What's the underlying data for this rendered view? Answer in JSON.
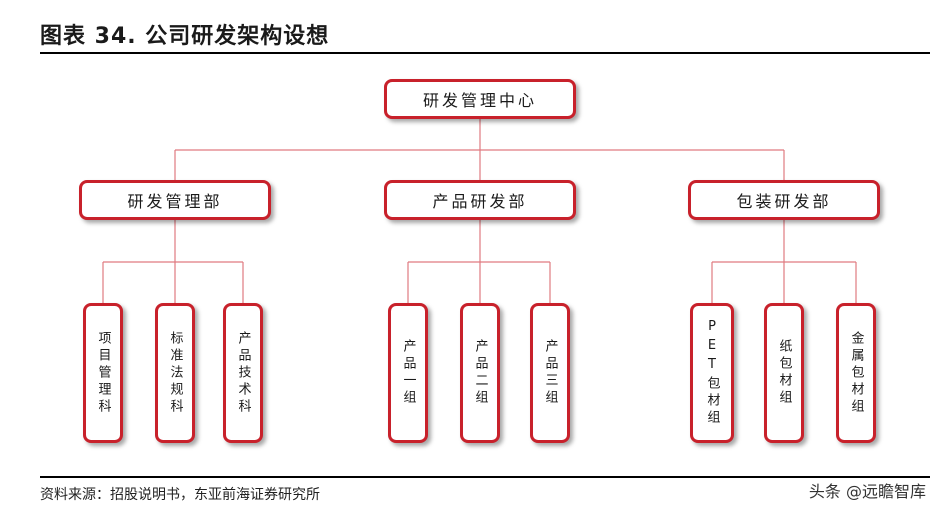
{
  "title": "图表 34. 公司研发架构设想",
  "root": "研发管理中心",
  "departments": [
    {
      "label": "研发管理部",
      "children": [
        "项目管理科",
        "标准法规科",
        "产品技术科"
      ]
    },
    {
      "label": "产品研发部",
      "children": [
        "产品一组",
        "产品二组",
        "产品三组"
      ]
    },
    {
      "label": "包装研发部",
      "children": [
        "PET包材组",
        "纸包材组",
        "金属包材组"
      ]
    }
  ],
  "source": "资料来源：招股说明书，东亚前海证券研究所",
  "watermark": "头条 @远瞻智库",
  "colors": {
    "accent": "#c8212b",
    "line": "#e07a80"
  }
}
